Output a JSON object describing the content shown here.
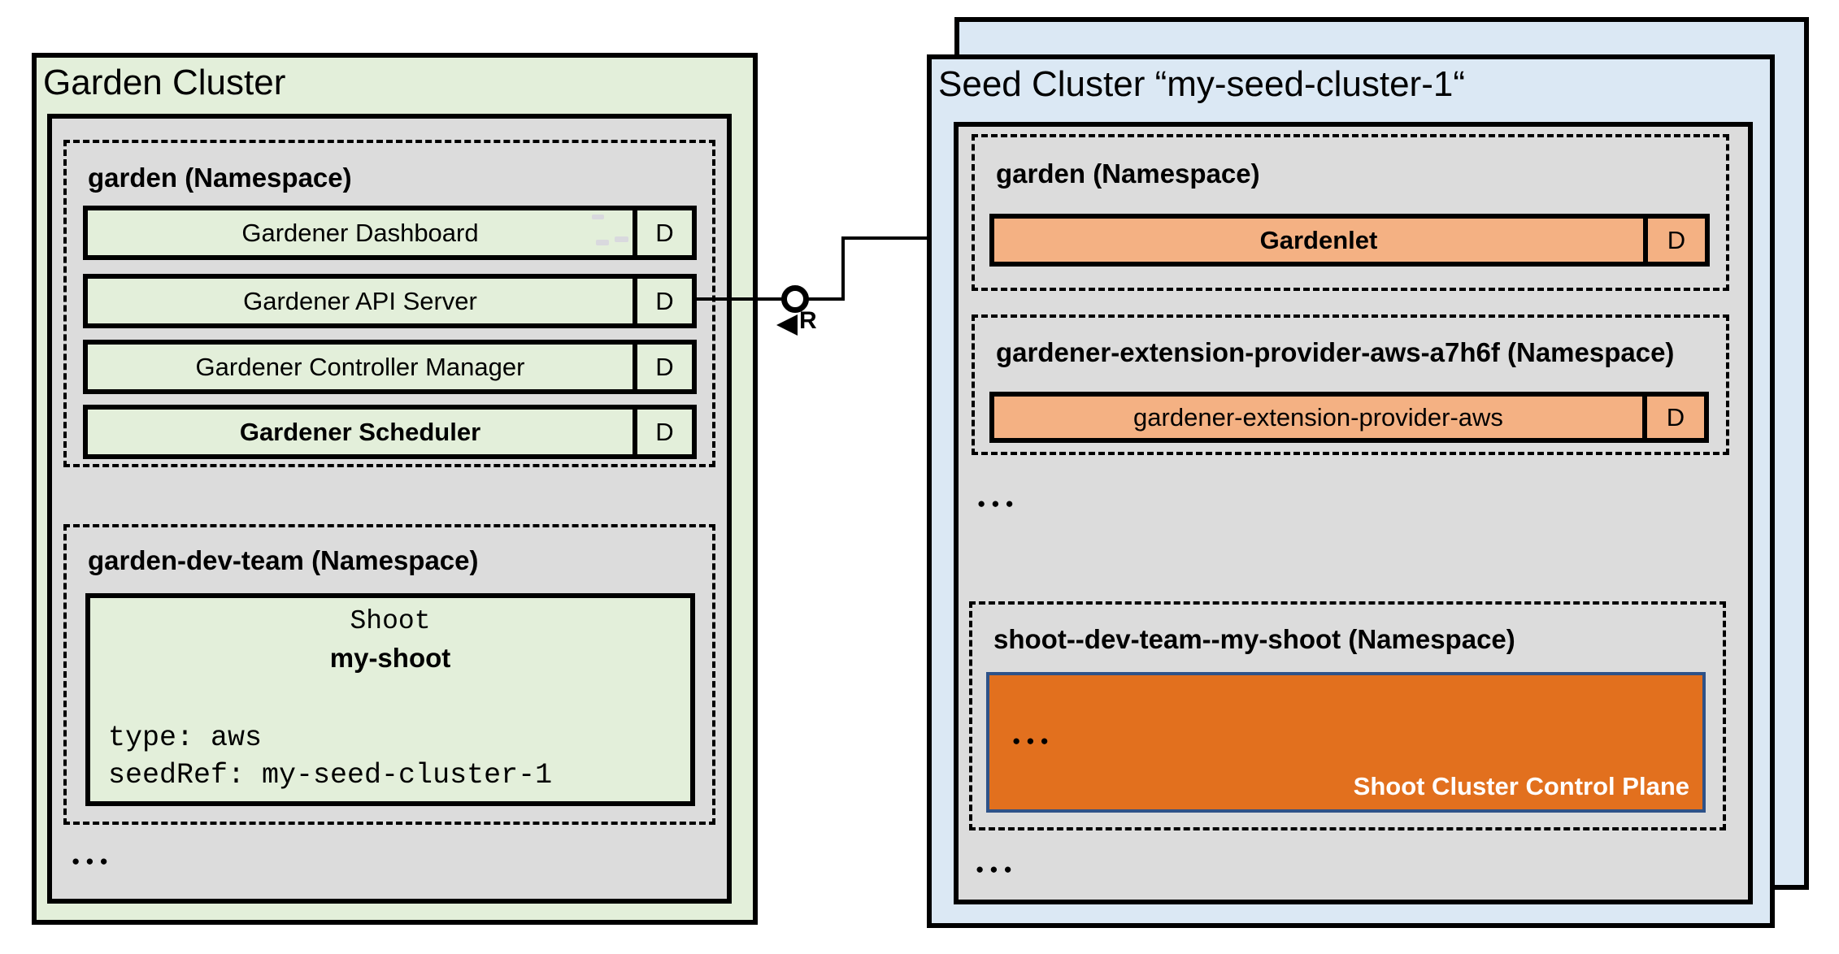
{
  "colors": {
    "cluster_green": "#e3efda",
    "panel_gray": "#dcdcdc",
    "cluster_blue": "#dbe8f4",
    "component_orange": "#f4b183",
    "control_plane_orange": "#e2701e",
    "control_plane_border_blue": "#2e5288",
    "line_black": "#000000"
  },
  "garden_cluster": {
    "title": "Garden Cluster",
    "garden_namespace": {
      "label": "garden (Namespace)",
      "rows": [
        {
          "label": "Gardener Dashboard",
          "badge": "D"
        },
        {
          "label": "Gardener API Server",
          "badge": "D"
        },
        {
          "label": "Gardener Controller Manager",
          "badge": "D"
        },
        {
          "label": "Gardener Scheduler",
          "badge": "D"
        }
      ]
    },
    "dev_namespace": {
      "label": "garden-dev-team (Namespace)",
      "shoot_card": {
        "kind": "Shoot",
        "name": "my-shoot",
        "spec_line_1": "type: aws",
        "spec_line_2": "seedRef: my-seed-cluster-1"
      }
    },
    "ellipsis": "●●●"
  },
  "connector": {
    "role_label": "R"
  },
  "seed_cluster": {
    "title": "Seed Cluster “my-seed-cluster-1“",
    "garden_namespace": {
      "label": "garden (Namespace)",
      "row": {
        "label": "Gardenlet",
        "badge": "D"
      }
    },
    "extension_namespace": {
      "label": "gardener-extension-provider-aws-a7h6f (Namespace)",
      "row": {
        "label": "gardener-extension-provider-aws",
        "badge": "D"
      }
    },
    "ellipsis_top": "●●●",
    "shoot_namespace": {
      "label": "shoot--dev-team--my-shoot (Namespace)",
      "control_plane": {
        "ellipsis": "●●●",
        "label": "Shoot Cluster Control Plane"
      }
    },
    "ellipsis_bottom": "●●●"
  }
}
